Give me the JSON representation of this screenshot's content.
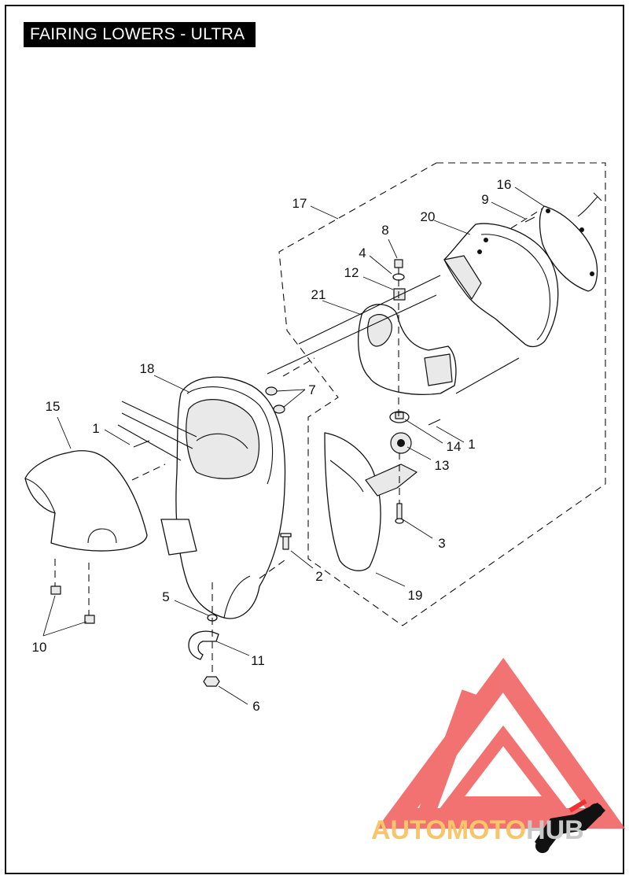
{
  "title": "FAIRING LOWERS - ULTRA",
  "callouts": [
    {
      "id": "c1a",
      "label": "1"
    },
    {
      "id": "c1b",
      "label": "1"
    },
    {
      "id": "c2",
      "label": "2"
    },
    {
      "id": "c3",
      "label": "3"
    },
    {
      "id": "c4",
      "label": "4"
    },
    {
      "id": "c5",
      "label": "5"
    },
    {
      "id": "c6",
      "label": "6"
    },
    {
      "id": "c7",
      "label": "7"
    },
    {
      "id": "c8",
      "label": "8"
    },
    {
      "id": "c9",
      "label": "9"
    },
    {
      "id": "c10",
      "label": "10"
    },
    {
      "id": "c11",
      "label": "11"
    },
    {
      "id": "c12",
      "label": "12"
    },
    {
      "id": "c13",
      "label": "13"
    },
    {
      "id": "c14",
      "label": "14"
    },
    {
      "id": "c15",
      "label": "15"
    },
    {
      "id": "c16",
      "label": "16"
    },
    {
      "id": "c17",
      "label": "17"
    },
    {
      "id": "c18",
      "label": "18"
    },
    {
      "id": "c19",
      "label": "19"
    },
    {
      "id": "c20",
      "label": "20"
    },
    {
      "id": "c21",
      "label": "21"
    }
  ],
  "watermark": {
    "text_part1": "AUTOMOTO",
    "text_part2": "HUB",
    "color_primary": "#f05a5a",
    "color_secondary": "#f7c56a",
    "color_dark": "#111111"
  }
}
